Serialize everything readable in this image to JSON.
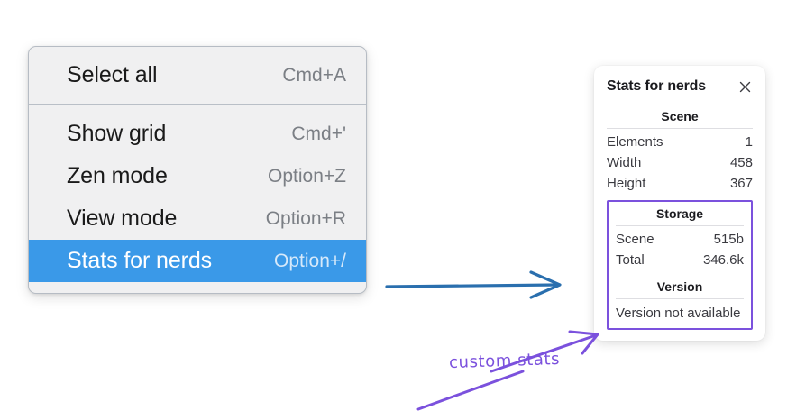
{
  "context_menu": {
    "name": "canvas-context-menu",
    "sections": [
      {
        "items": [
          {
            "label": "Select all",
            "shortcut": "Cmd+A",
            "selected": false
          }
        ]
      },
      {
        "items": [
          {
            "label": "Show grid",
            "shortcut": "Cmd+'",
            "selected": false
          },
          {
            "label": "Zen mode",
            "shortcut": "Option+Z",
            "selected": false
          },
          {
            "label": "View mode",
            "shortcut": "Option+R",
            "selected": false
          },
          {
            "label": "Stats for nerds",
            "shortcut": "Option+/",
            "selected": true
          }
        ]
      }
    ],
    "highlight_color": "#3a99e8"
  },
  "stats_panel": {
    "title": "Stats for nerds",
    "close_label": "×",
    "sections": [
      {
        "heading": "Scene",
        "highlighted": false,
        "rows": [
          {
            "label": "Elements",
            "value": "1"
          },
          {
            "label": "Width",
            "value": "458"
          },
          {
            "label": "Height",
            "value": "367"
          }
        ]
      },
      {
        "heading": "Storage",
        "highlighted": true,
        "rows": [
          {
            "label": "Scene",
            "value": "515b"
          },
          {
            "label": "Total",
            "value": "346.6k"
          }
        ]
      },
      {
        "heading": "Version",
        "highlighted": true,
        "note": "Version not available",
        "rows": []
      }
    ],
    "highlight_border_color": "#7b51dd"
  },
  "annotations": {
    "blue_arrow": {
      "name": "blue-pointer-arrow",
      "color": "#2a6fae"
    },
    "purple_arrow": {
      "name": "purple-pointer-arrow",
      "color": "#7b51dd"
    },
    "purple_underline": {
      "name": "purple-underline-stroke",
      "color": "#7b51dd"
    },
    "label": "custom stats",
    "label_color": "#7b51dd"
  }
}
